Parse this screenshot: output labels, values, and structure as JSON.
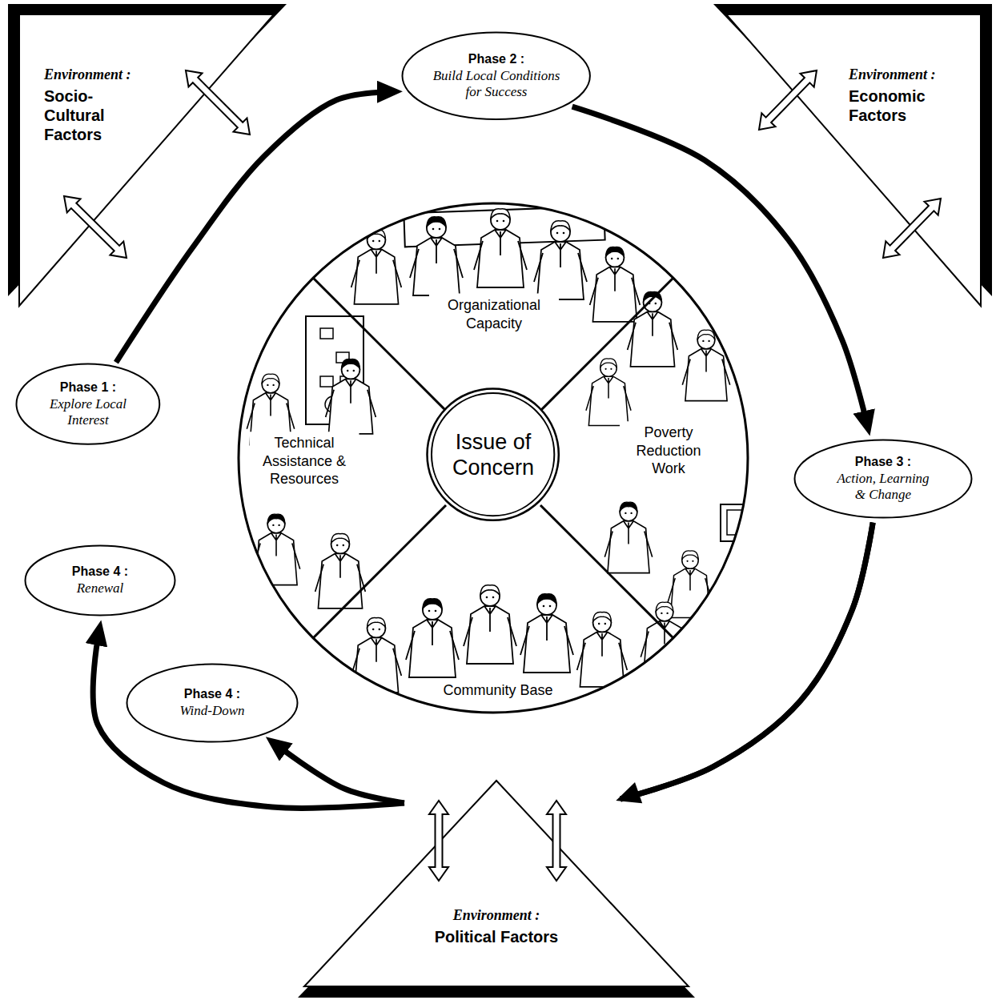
{
  "diagram": {
    "nodes": [
      {
        "text": [
          "Environment :",
          "Socio-Cultural Factors"
        ]
      },
      {
        "text": [
          "Phase 2 :",
          "Build Local Conditions for Success"
        ]
      },
      {
        "text": [
          "Environment :",
          "Economic Factors"
        ]
      },
      {
        "text": [
          "Phase 1 :",
          "Explore Local Interest"
        ]
      },
      {
        "text": [
          "Organizational Capacity"
        ]
      },
      {
        "text": [
          "Technical Assistance & Resources"
        ]
      },
      {
        "text": [
          "Issue of Concern"
        ]
      },
      {
        "text": [
          "Poverty Reduction Work"
        ]
      },
      {
        "text": [
          "Phase 3 :",
          "Action, Learning & Change"
        ]
      },
      {
        "text": [
          "Phase 4 :",
          "Renewal"
        ]
      },
      {
        "text": [
          "Community Base"
        ]
      },
      {
        "text": [
          "Phase 4 :",
          "Wind-Down"
        ]
      },
      {
        "text": [
          "Environment :",
          "Political Factors"
        ]
      }
    ],
    "edges": [
      {
        "from": 3,
        "to": 1,
        "arrow": "to"
      },
      {
        "from": 1,
        "to": 8,
        "arrow": "to"
      },
      {
        "from": 8,
        "to": 11,
        "arrow": "to"
      },
      {
        "from": 8,
        "to": 9,
        "arrow": "to"
      }
    ]
  }
}
